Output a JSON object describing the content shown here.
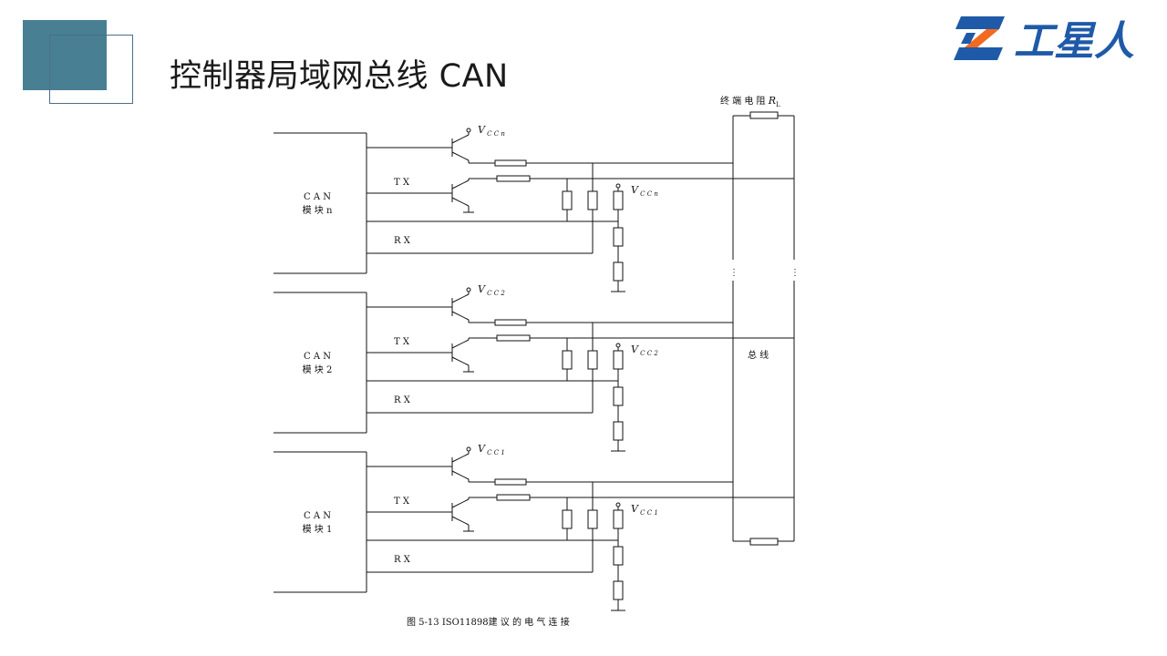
{
  "slide": {
    "title": "控制器局域网总线 CAN"
  },
  "logo": {
    "brand_text": "工星人",
    "colors": {
      "orange": "#f26a21",
      "blue": "#1f5aa8"
    }
  },
  "diagram": {
    "terminal_label": "终 端 电 阻",
    "terminal_symbol": "R",
    "terminal_sub": "L",
    "bus_label": "总 线",
    "caption": "图 5-13  ISO11898建 议 的 电 气 连 接",
    "modules": [
      {
        "name": "C A N",
        "sub": "模 块 n",
        "tx": "T  X",
        "rx": "R  X",
        "vcc": "V",
        "vcc_sub": "C C n"
      },
      {
        "name": "C A N",
        "sub": "模 块  2",
        "tx": "T  X",
        "rx": "R  X",
        "vcc": "V",
        "vcc_sub": "C C 2"
      },
      {
        "name": "C A N",
        "sub": "模 块  1",
        "tx": "T  X",
        "rx": "R  X",
        "vcc": "V",
        "vcc_sub": "C C 1"
      }
    ],
    "ellipsis": "⋮"
  }
}
